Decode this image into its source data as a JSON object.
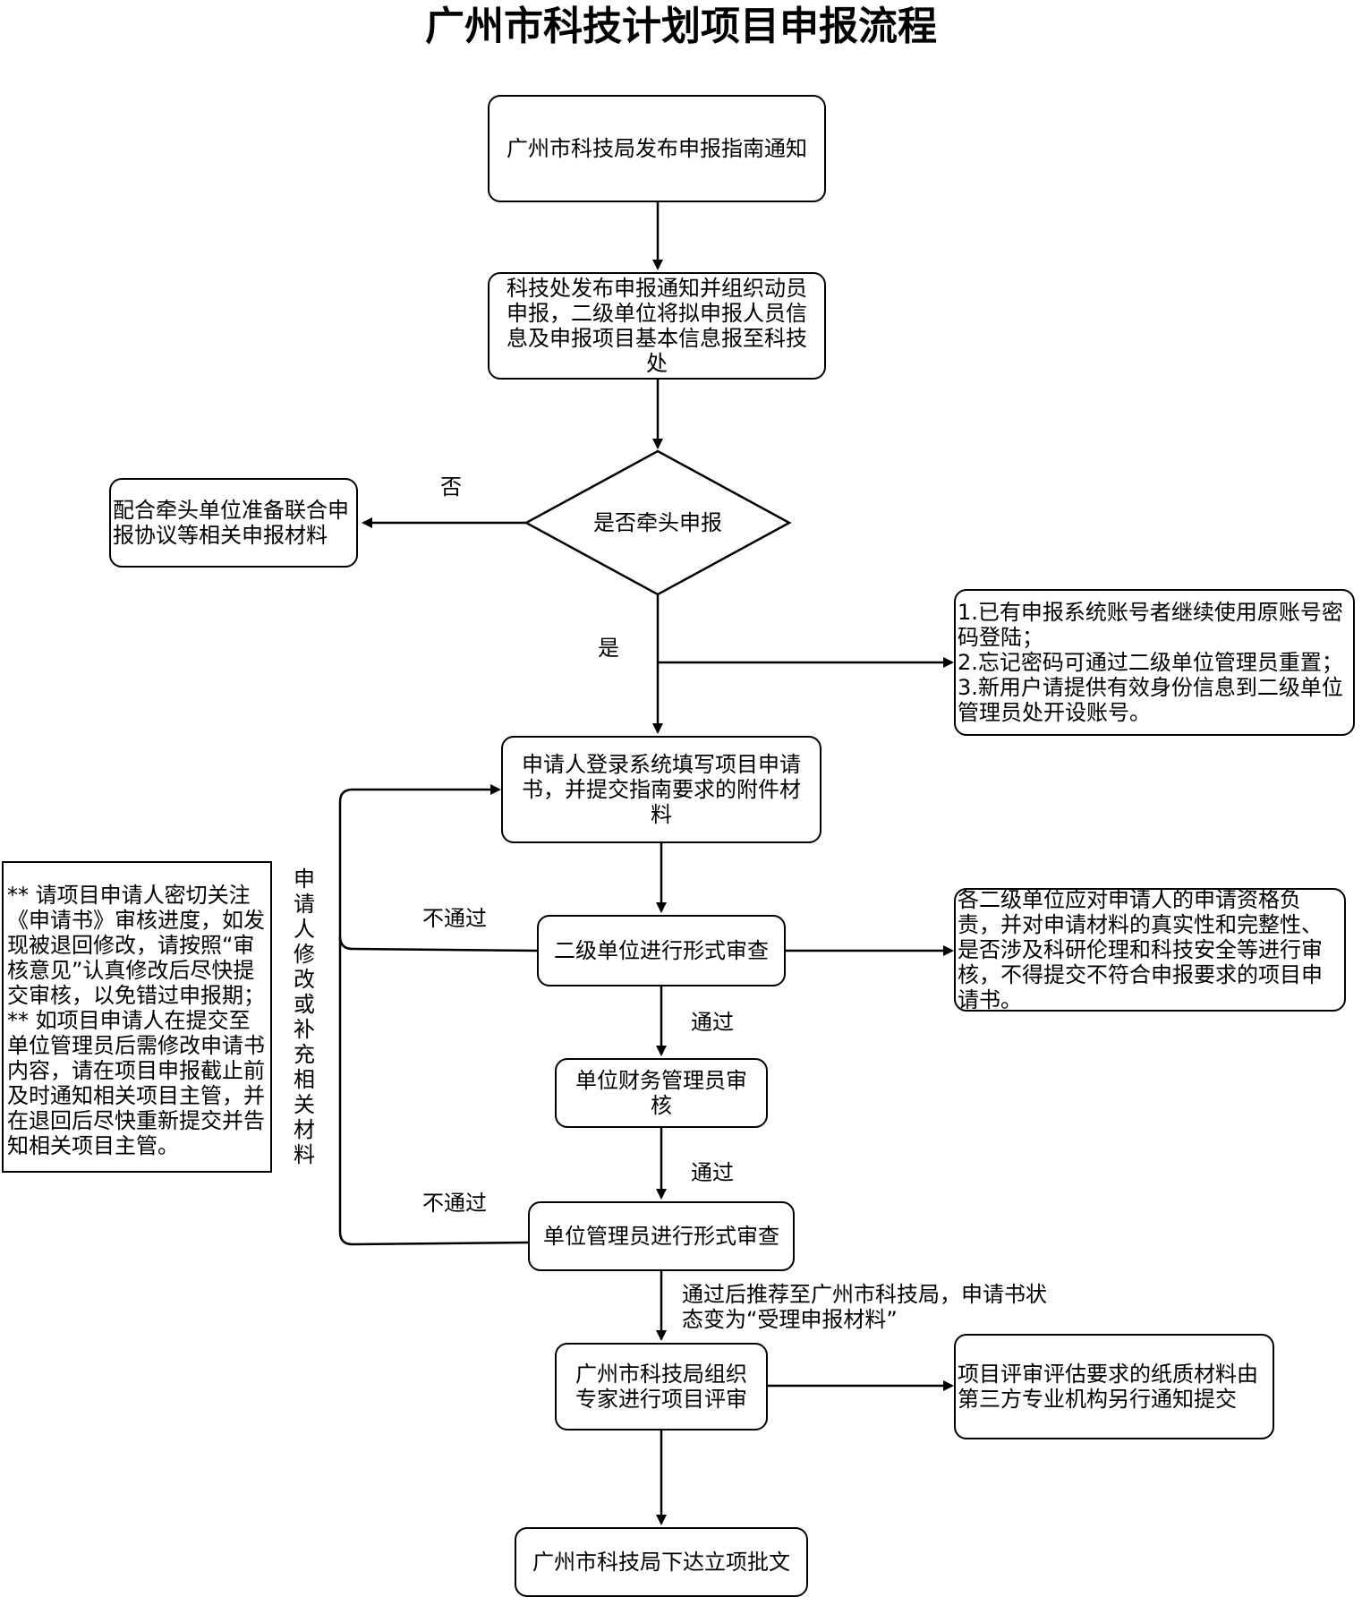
{
  "title": "广州市科技计划项目申报流程",
  "nodes": {
    "n1": "广州市科技局发布申报指南通知",
    "n2": "科技处发布申报通知并组织动员申报，二级单位将拟申报人员信息及申报项目基本信息报至科技处",
    "decision": "是否牵头申报",
    "n_no": "配合牵头单位准备联合申报协议等相关申报材料",
    "n_account": "1.已有申报系统账号者继续使用原账号密码登陆；\n2.忘记密码可通过二级单位管理员重置；\n3.新用户请提供有效身份信息到二级单位管理员处开设账号。",
    "n3": "申请人登录系统填写项目申请书，并提交指南要求的附件材料",
    "n4": "二级单位进行形式审查",
    "n4_note": "各二级单位应对申请人的申请资格负责，并对申请材料的真实性和完整性、是否涉及科研伦理和科技安全等进行审核，不得提交不符合申报要求的项目申请书。",
    "n5": "单位财务管理员审核",
    "n6": "单位管理员进行形式审查",
    "n7": "广州市科技局组织专家进行项目评审",
    "n7_note": "项目评审评估要求的纸质材料由第三方专业机构另行通知提交",
    "n8": "广州市科技局下达立项批文",
    "side_note": "** 请项目申请人密切关注《申请书》审核进度，如发现被退回修改，请按照“审核意见”认真修改后尽快提交审核，以免错过申报期；\n** 如项目申请人在提交至单位管理员后需修改申请书内容，请在项目申报截止前及时通知相关项目主管，并在退回后尽快重新提交并告知相关项目主管。"
  },
  "labels": {
    "no": "否",
    "yes": "是",
    "fail1": "不通过",
    "fail2": "不通过",
    "pass1": "通过",
    "pass2": "通过",
    "recommend": "通过后推荐至广州市科技局，申请书状态变为“受理申报材料”",
    "loop": "申请人修改或补充相关材料"
  }
}
